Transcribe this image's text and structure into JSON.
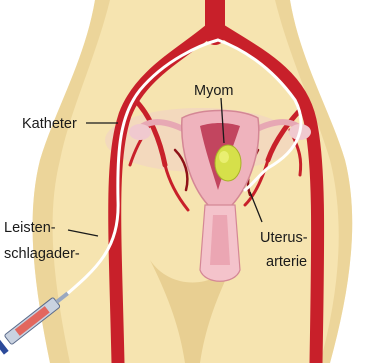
{
  "labels": {
    "myom": "Myom",
    "katheter": "Katheter",
    "leisten_line1": "Leisten-",
    "leisten_line2": "schlagader-",
    "uterus_line1": "Uterus-",
    "uterus_line2": "arterie"
  },
  "colors": {
    "background": "#ffffff",
    "skin": "#f6e4b0",
    "skin_shadow": "#e8cf92",
    "artery": "#c8202a",
    "artery_dark": "#8f1218",
    "catheter": "#ffffff",
    "uterus_outer": "#efb3bd",
    "uterus_inner": "#c2455f",
    "fibroid": "#d6e04a",
    "syringe_body": "#c9d2e0",
    "syringe_plunger": "#2c4a9a"
  }
}
